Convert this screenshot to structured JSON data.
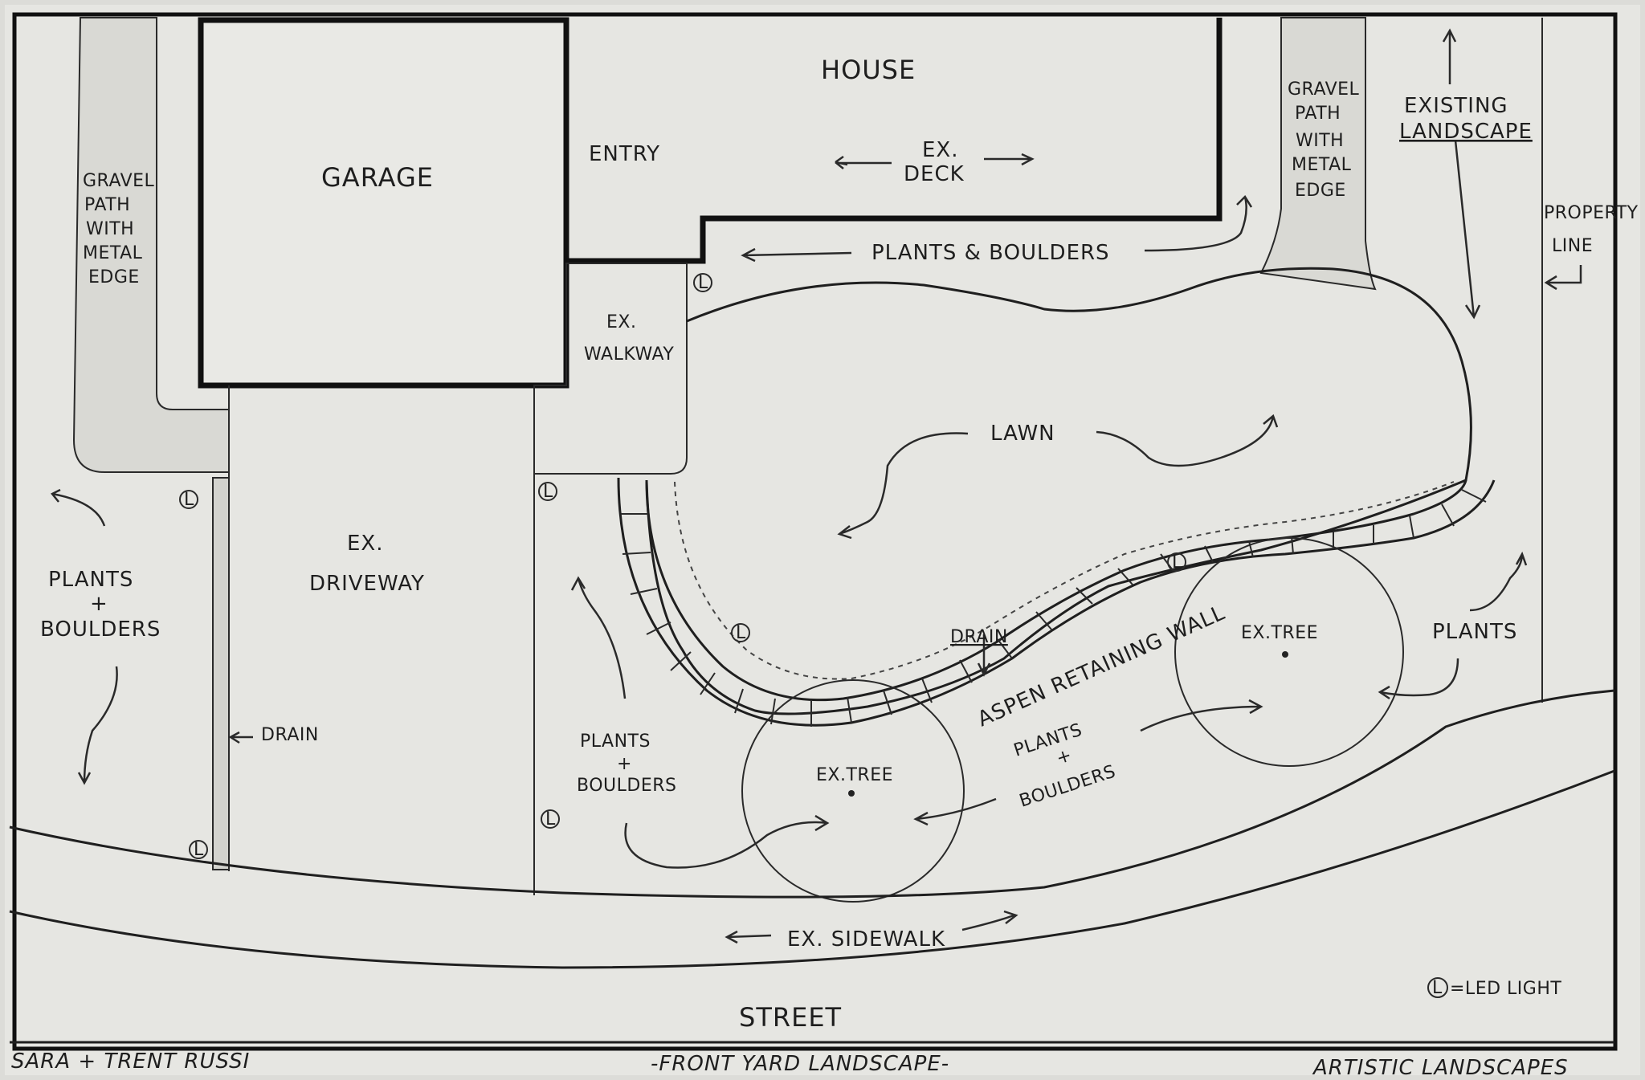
{
  "labels": {
    "house": "HOUSE",
    "garage": "GARAGE",
    "entry": "ENTRY",
    "ex_deck_1": "EX.",
    "ex_deck_2": "DECK",
    "gravel_left": [
      "GRAVEL",
      "PATH",
      "WITH",
      "METAL",
      "EDGE"
    ],
    "gravel_right": [
      "GRAVEL",
      "PATH",
      "WITH",
      "METAL",
      "EDGE"
    ],
    "existing_landscape_1": "EXISTING",
    "existing_landscape_2": "LANDSCAPE",
    "property_line_1": "PROPERTY",
    "property_line_2": "LINE",
    "plants_boulders_top": "PLANTS & BOULDERS",
    "ex_walkway_1": "EX.",
    "ex_walkway_2": "WALKWAY",
    "lawn": "LAWN",
    "ex_driveway_1": "EX.",
    "ex_driveway_2": "DRIVEWAY",
    "plants_boulders_left": [
      "PLANTS",
      "+",
      "BOULDERS"
    ],
    "drain_left": "DRAIN",
    "drain_wall": "DRAIN",
    "retaining_wall": "ASPEN RETAINING WALL",
    "ex_tree_right": "EX.TREE",
    "ex_tree_left": "EX.TREE",
    "plants_right": "PLANTS",
    "plants_boulders_mid": [
      "PLANTS",
      "+",
      "BOULDERS"
    ],
    "plants_boulders_wall": [
      "PLANTS",
      "+",
      "BOULDERS"
    ],
    "ex_sidewalk": "EX. SIDEWALK",
    "street": "STREET",
    "legend_symbol": "L",
    "legend_text": "=LED LIGHT"
  },
  "footer": {
    "client": "SARA + TRENT RUSSI",
    "title": "-FRONT YARD LANDSCAPE-",
    "company": "ARTISTIC LANDSCAPES"
  },
  "icons": [
    "led-light-icon",
    "tree-canopy-icon",
    "arrow-icon"
  ],
  "colors": {
    "paper": "#e6e6e2",
    "ink": "#1e1e1e"
  }
}
